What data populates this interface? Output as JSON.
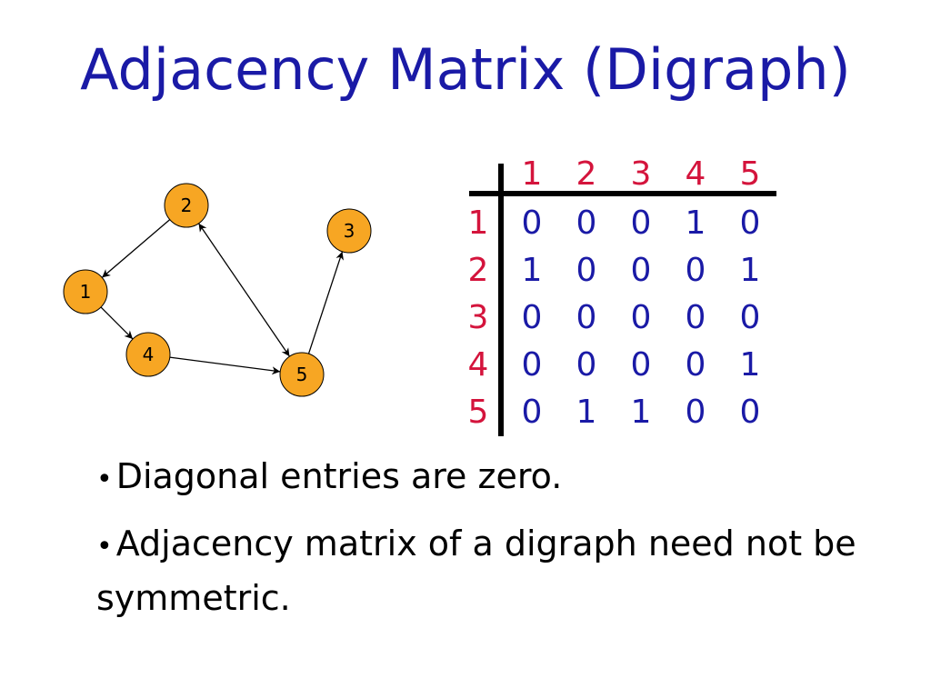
{
  "slide": {
    "title": "Adjacency Matrix (Digraph)"
  },
  "graph": {
    "nodes": [
      {
        "id": "1",
        "label": "1"
      },
      {
        "id": "2",
        "label": "2"
      },
      {
        "id": "3",
        "label": "3"
      },
      {
        "id": "4",
        "label": "4"
      },
      {
        "id": "5",
        "label": "5"
      }
    ],
    "edges": [
      {
        "from": "2",
        "to": "1"
      },
      {
        "from": "1",
        "to": "4"
      },
      {
        "from": "4",
        "to": "5"
      },
      {
        "from": "2",
        "to": "5"
      },
      {
        "from": "5",
        "to": "2"
      },
      {
        "from": "5",
        "to": "3"
      }
    ],
    "colors": {
      "node_fill": "#f7a623",
      "node_stroke": "#000000",
      "edge": "#000000"
    }
  },
  "matrix": {
    "column_headers": [
      "1",
      "2",
      "3",
      "4",
      "5"
    ],
    "row_headers": [
      "1",
      "2",
      "3",
      "4",
      "5"
    ],
    "rows": [
      [
        "0",
        "0",
        "0",
        "1",
        "0"
      ],
      [
        "1",
        "0",
        "0",
        "0",
        "1"
      ],
      [
        "0",
        "0",
        "0",
        "0",
        "0"
      ],
      [
        "0",
        "0",
        "0",
        "0",
        "1"
      ],
      [
        "0",
        "1",
        "1",
        "0",
        "0"
      ]
    ],
    "colors": {
      "header": "#d4143c",
      "value": "#1a1aa6"
    }
  },
  "bullets": {
    "marker": "•",
    "items": [
      "Diagonal entries are zero.",
      "Adjacency matrix of a digraph need not be symmetric."
    ]
  }
}
